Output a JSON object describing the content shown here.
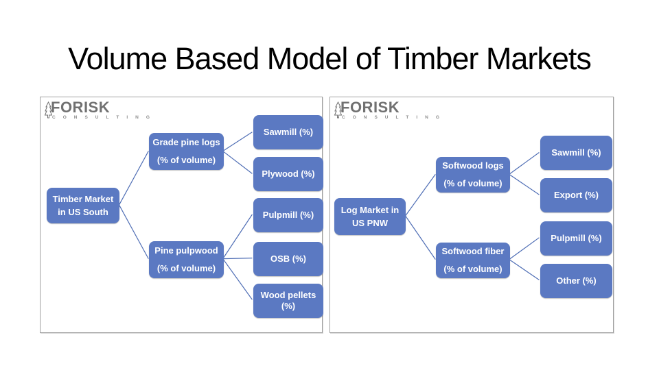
{
  "title": "Volume Based Model of Timber Markets",
  "logo": {
    "brand": "FORISK",
    "tagline": "C O N S U L T I N G",
    "tree_icon": "pine-tree-icon"
  },
  "colors": {
    "node_fill": "#5b79c2",
    "node_text": "#ffffff",
    "connector_line": "#4f6eb5",
    "panel_border": "#9f9f9f",
    "logo_gray": "#717171",
    "title_text": "#000000"
  },
  "left_panel": {
    "root": "Timber Market\nin US South",
    "branches": [
      {
        "label": "Grade pine logs\n(% of volume)",
        "children": [
          "Sawmill (%)",
          "Plywood (%)"
        ]
      },
      {
        "label": "Pine pulpwood\n(% of volume)",
        "children": [
          "Pulpmill (%)",
          "OSB (%)",
          "Wood pellets\n(%)"
        ]
      }
    ]
  },
  "right_panel": {
    "root": "Log Market in\nUS PNW",
    "branches": [
      {
        "label": "Softwood logs\n(% of volume)",
        "children": [
          "Sawmill (%)",
          "Export (%)"
        ]
      },
      {
        "label": "Softwood fiber\n(% of volume)",
        "children": [
          "Pulpmill (%)",
          "Other (%)"
        ]
      }
    ]
  }
}
